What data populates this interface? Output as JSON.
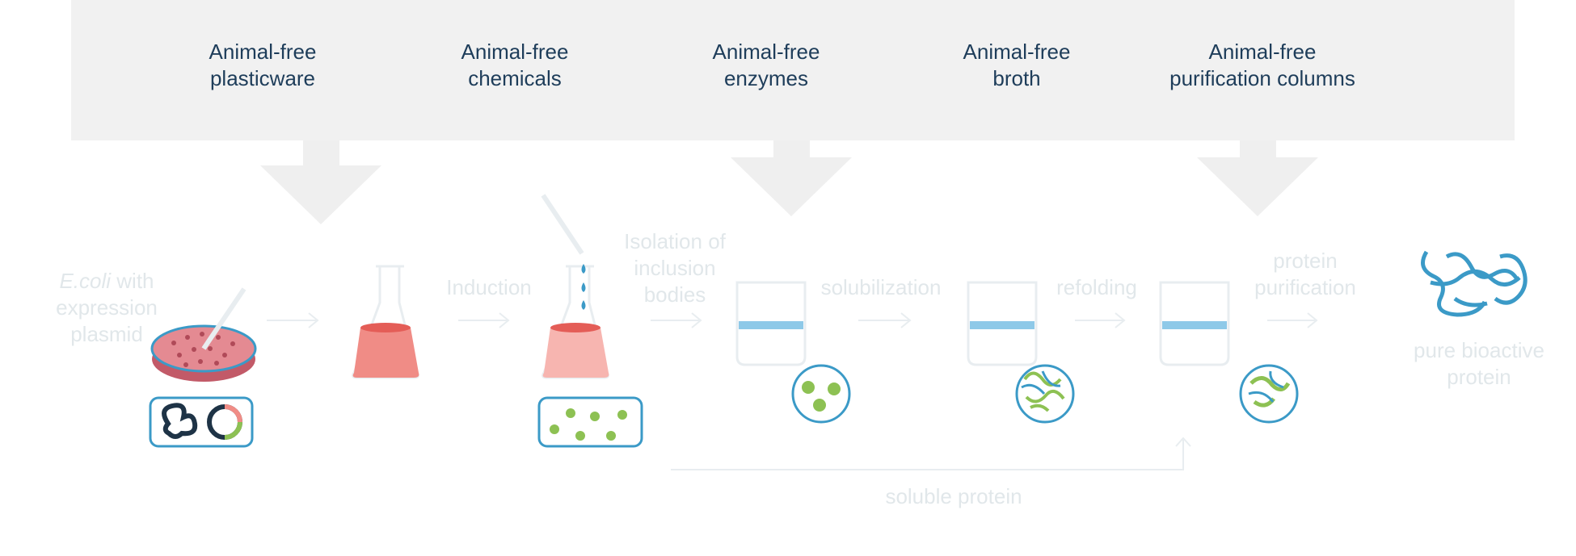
{
  "sources": [
    {
      "label": "Animal-free\nplasticware"
    },
    {
      "label": "Animal-free\nchemicals"
    },
    {
      "label": "Animal-free\nenzymes"
    },
    {
      "label": "Animal-free\nbroth"
    },
    {
      "label": "Animal-free\npurification columns"
    }
  ],
  "steps": {
    "ecoli_italic": "E.coli",
    "ecoli_rest": " with\nexpression\nplasmid",
    "induction": "Induction",
    "isolation": "Isolation of\ninclusion\nbodies",
    "solubilization": "solubilization",
    "refolding": "refolding",
    "protein_purification": "protein\npurification",
    "pure_protein": "pure bioactive\nprotein",
    "soluble_protein": "soluble protein"
  },
  "colors": {
    "panel": "#f1f1f1",
    "panel_text": "#1e3d5a",
    "faded_text": "#e1e7ea",
    "accent_blue": "#3b9ac7",
    "liquid_blue": "#8ec9e8",
    "flask_red": "#f08c86",
    "cell_green": "#8dc153",
    "dark_navy": "#1e3346"
  }
}
